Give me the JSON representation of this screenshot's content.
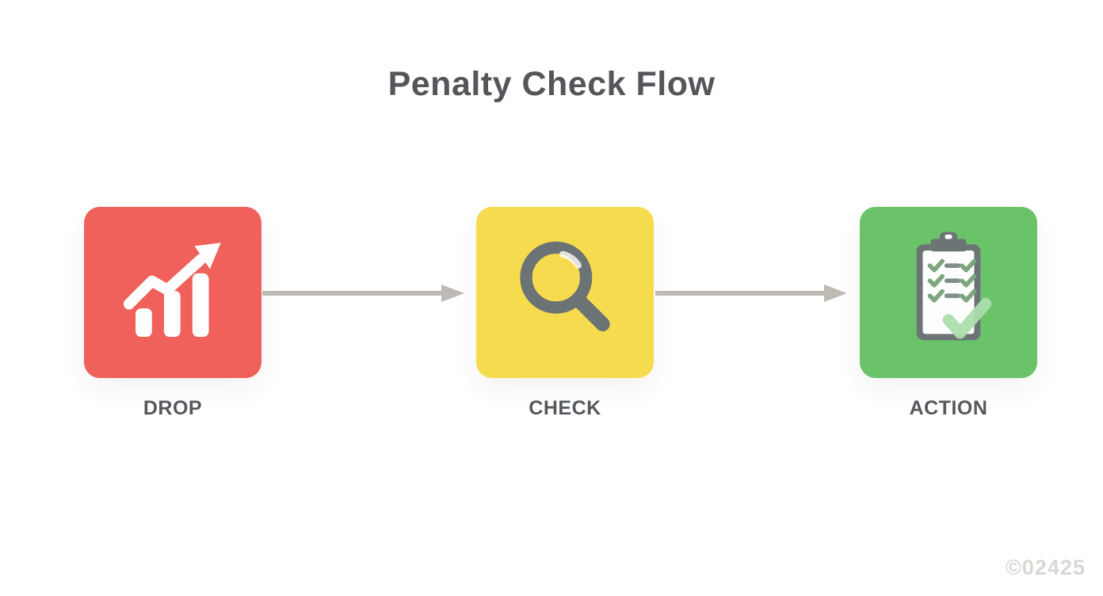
{
  "title": "Penalty Check Flow",
  "watermark": "©02425",
  "steps": [
    {
      "id": "drop",
      "label": "DROP",
      "color": "#F0615B",
      "icon": "trend-up-chart-icon"
    },
    {
      "id": "check",
      "label": "CHECK",
      "color": "#F7DB4E",
      "icon": "magnifier-icon"
    },
    {
      "id": "action",
      "label": "ACTION",
      "color": "#6AC369",
      "icon": "checklist-clipboard-icon"
    }
  ],
  "connectors": [
    {
      "from": "drop",
      "to": "check"
    },
    {
      "from": "check",
      "to": "action"
    }
  ],
  "colors": {
    "background": "#FFFFFF",
    "title_text": "#54565A",
    "label_text": "#55585C",
    "arrow": "#BEB9B3",
    "icon_white": "#FFFFFF",
    "icon_gray": "#6B7375",
    "clipboard_gray": "#6C7476",
    "row_check_green": "#7CA67E",
    "row_dash_gray": "#808E87",
    "big_check_light_green": "#ACDDAD",
    "watermark_text": "#D8D7D3"
  }
}
